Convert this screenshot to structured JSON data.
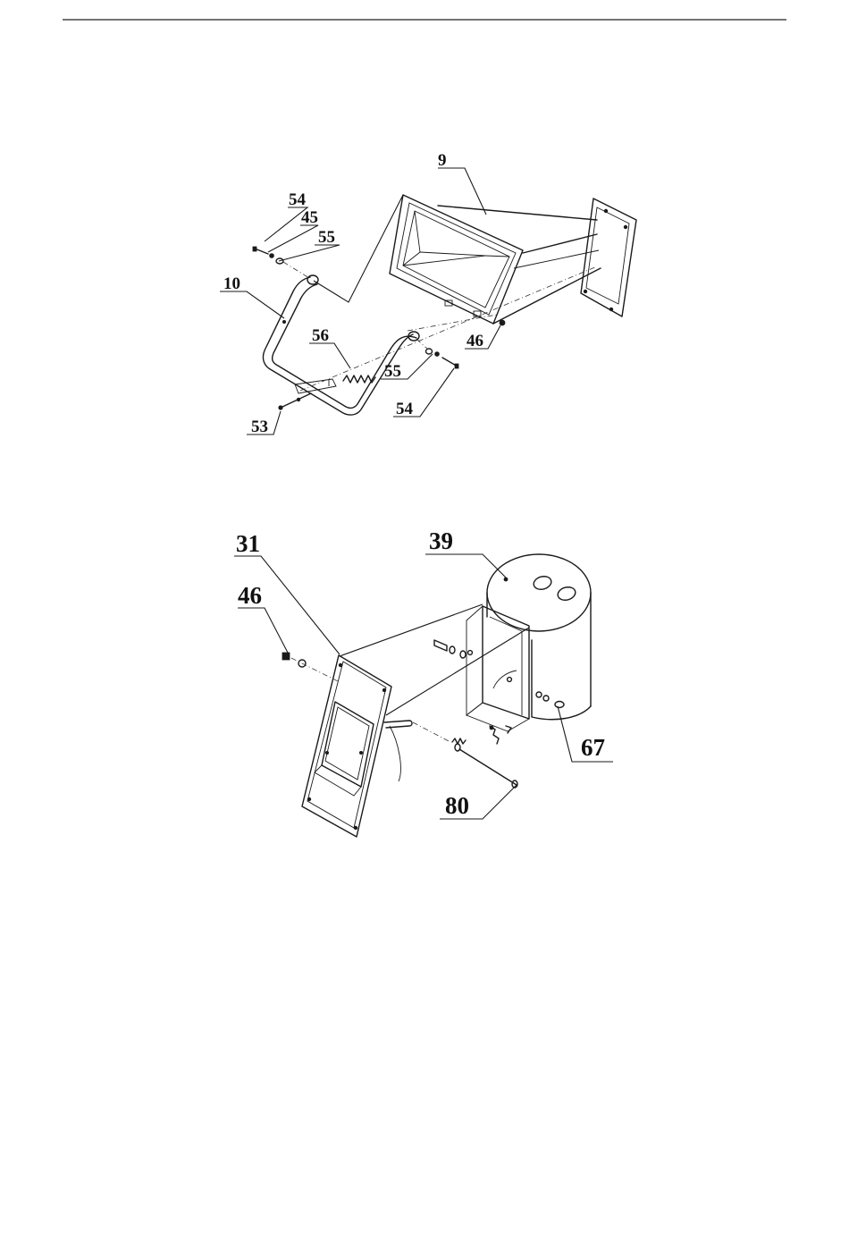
{
  "diagram_top": {
    "labels": {
      "p9": "9",
      "p54a": "54",
      "p45": "45",
      "p55a": "55",
      "p10": "10",
      "p56": "56",
      "p46": "46",
      "p55b": "55",
      "p54b": "54",
      "p53": "53"
    }
  },
  "diagram_bottom": {
    "labels": {
      "p31": "31",
      "p39": "39",
      "p46": "46",
      "p67": "67",
      "p80": "80"
    }
  }
}
